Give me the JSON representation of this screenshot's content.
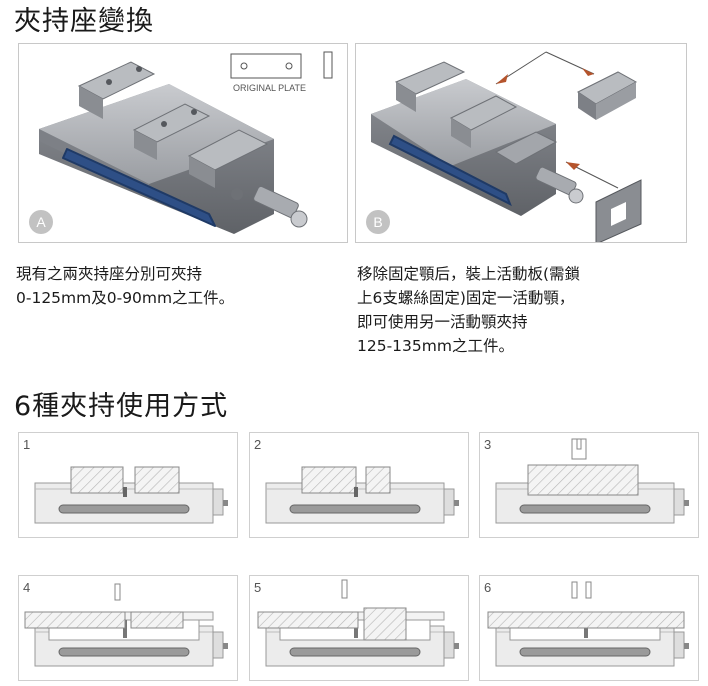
{
  "section1": {
    "title": "夾持座變換"
  },
  "panel_a": {
    "badge": "A",
    "plate_label": "ORIGINAL PLATE",
    "description": [
      "現有之兩夾持座分別可夾持",
      "0-125mm及0-90mm之工件。"
    ]
  },
  "panel_b": {
    "badge": "B",
    "description": [
      "移除固定顎后，裝上活動板(需鎖",
      "上6支螺絲固定)固定一活動顎，",
      "即可使用另一活動顎夾持",
      "125-135mm之工件。"
    ]
  },
  "section2": {
    "title": "6種夾持使用方式"
  },
  "modes": [
    {
      "number": "1"
    },
    {
      "number": "2"
    },
    {
      "number": "3"
    },
    {
      "number": "4"
    },
    {
      "number": "5"
    },
    {
      "number": "6"
    }
  ],
  "colors": {
    "steel": "#9a9da2",
    "steel_dark": "#6e7176",
    "blue_strip": "#2e4f86",
    "hatch": "#b5b5b5"
  }
}
